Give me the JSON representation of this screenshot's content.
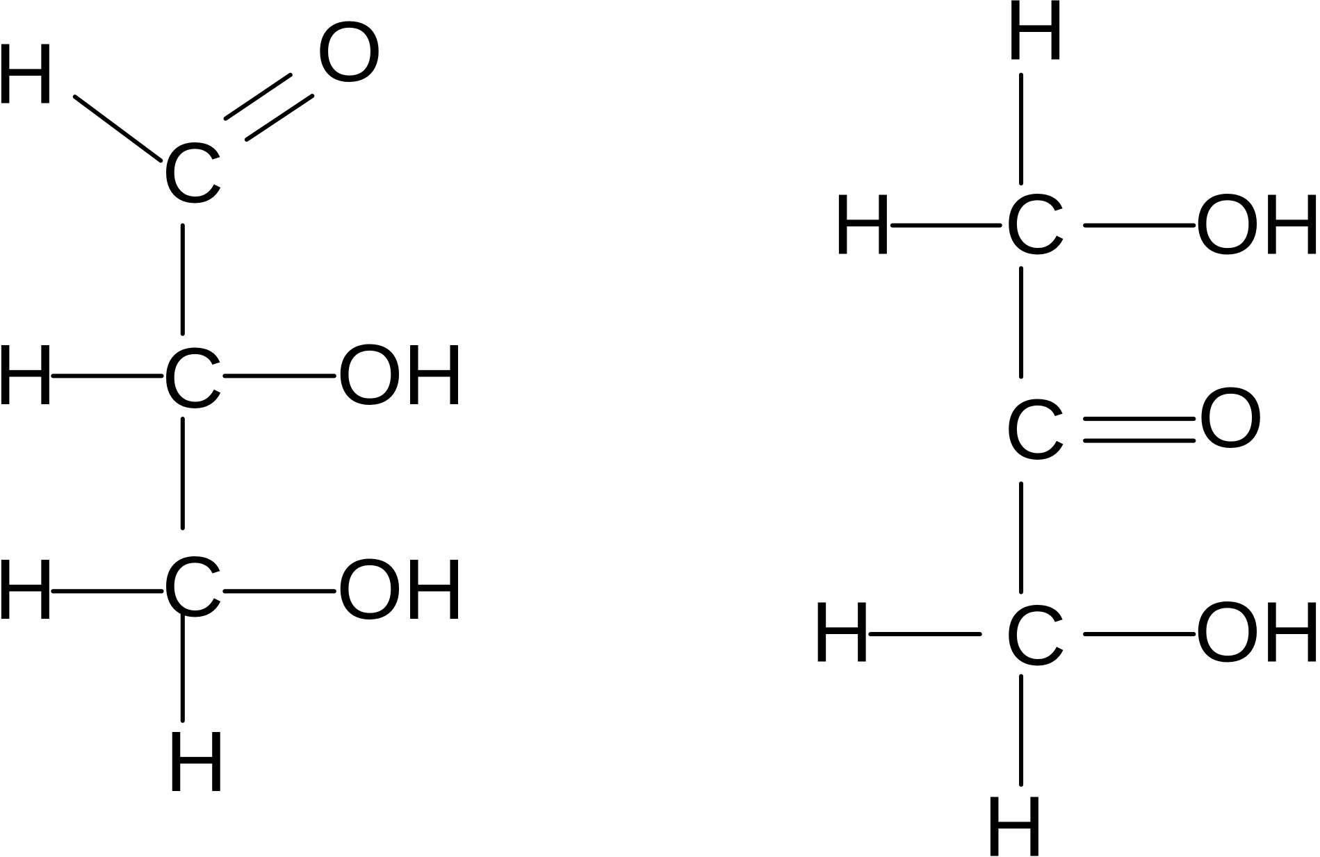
{
  "molecules": [
    {
      "atoms": {
        "h_top": "H",
        "o_carbonyl": "O",
        "c1": "C",
        "h_c2": "H",
        "c2": "C",
        "oh_c2": "OH",
        "h_c3": "H",
        "c3": "C",
        "oh_c3": "OH",
        "h_bottom": "H"
      }
    },
    {
      "atoms": {
        "h_top": "H",
        "h_c1": "H",
        "c1": "C",
        "oh_c1": "OH",
        "c2": "C",
        "o_carbonyl": "O",
        "h_c3": "H",
        "c3": "C",
        "oh_c3": "OH",
        "h_bottom": "H"
      }
    }
  ],
  "colors": {
    "ink": "#000000",
    "background": "#ffffff"
  }
}
